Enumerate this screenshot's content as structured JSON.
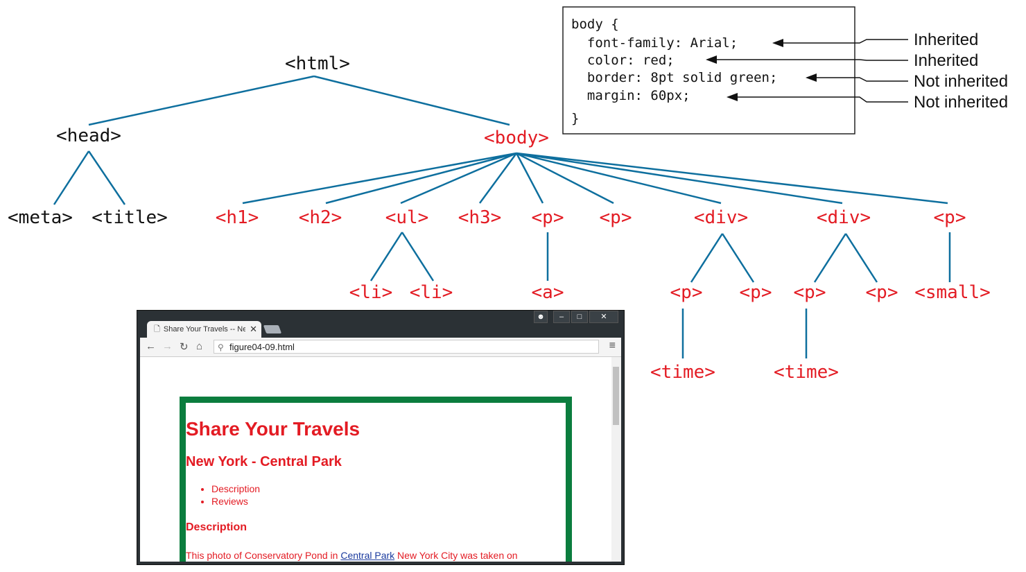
{
  "tree": {
    "html": "<html>",
    "head": "<head>",
    "body": "<body>",
    "meta": "<meta>",
    "title": "<title>",
    "h1": "<h1>",
    "h2": "<h2>",
    "ul": "<ul>",
    "h3": "<h3>",
    "p": "<p>",
    "div": "<div>",
    "li": "<li>",
    "a": "<a>",
    "small": "<small>",
    "time": "<time>"
  },
  "css_box": {
    "lines": [
      "body {",
      "  font-family: Arial;",
      "  color: red;",
      "  border: 8pt solid green;",
      "  margin: 60px;",
      "}"
    ],
    "annotations": [
      "Inherited",
      "Inherited",
      "Not inherited",
      "Not inherited"
    ]
  },
  "browser": {
    "tab_title": "Share Your Travels -- New",
    "url": "figure04-09.html",
    "page": {
      "h1": "Share Your Travels",
      "h2": "New York - Central Park",
      "list": [
        "Description",
        "Reviews"
      ],
      "h3": "Description",
      "p_before": "This photo of Conservatory Pond in ",
      "link": "Central Park",
      "p_after": " New York City was taken on"
    }
  },
  "colors": {
    "edge": "#0e6f9e",
    "body_subtree": "#e31b23",
    "border": "#0b7d3e"
  }
}
